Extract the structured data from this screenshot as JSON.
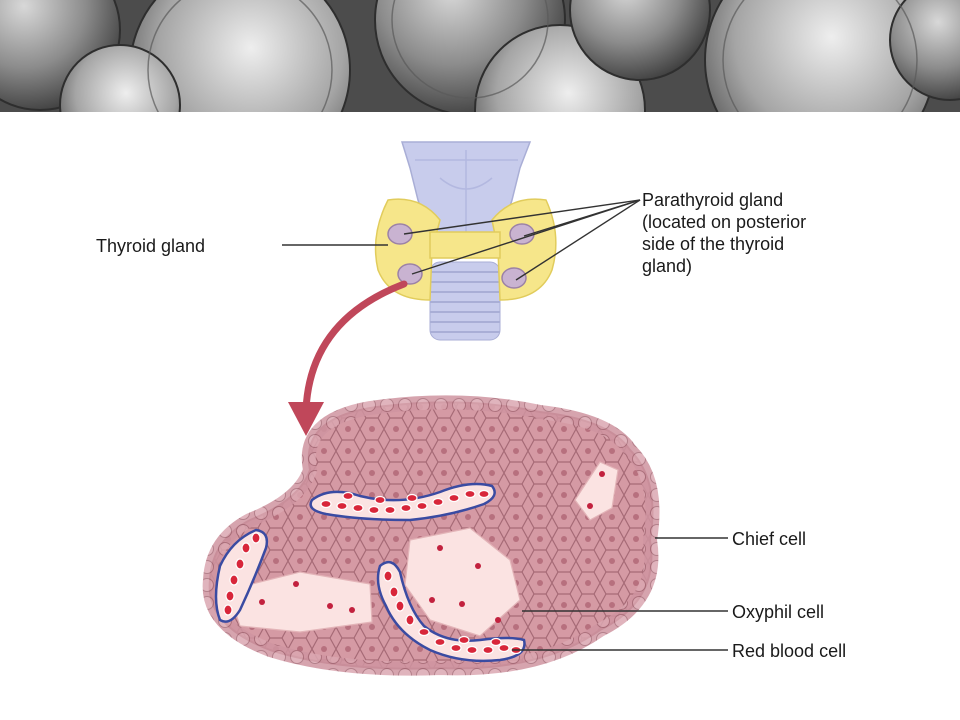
{
  "labels": {
    "thyroid_gland": "Thyroid gland",
    "parathyroid_gland": [
      "Parathyroid gland",
      "(located on posterior",
      "side of the thyroid",
      "gland)"
    ],
    "chief_cell": "Chief cell",
    "oxyphil_cell": "Oxyphil cell",
    "red_blood_cell": "Red blood cell"
  },
  "colors": {
    "thyroid": "#f6e68a",
    "parathyroid": "#c9b3d1",
    "cartilage": "#c8ccec",
    "tissue": "#d59aa4",
    "oxyphil": "#fbe3e2",
    "vessel_outline": "#3a4ba2",
    "blood_cell": "#d8263a",
    "arrow": "#c0475a",
    "banner": "#6e6e6e"
  }
}
